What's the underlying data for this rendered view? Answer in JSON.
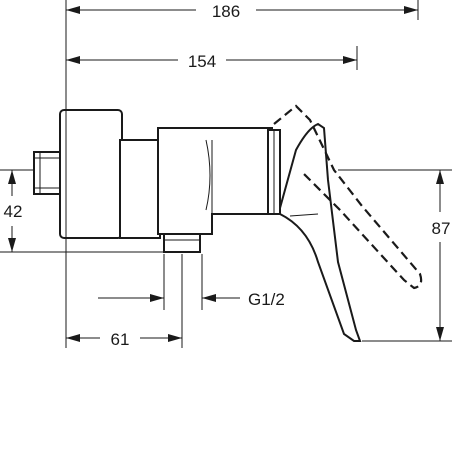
{
  "drawing": {
    "dimensions": {
      "overall_width": "186",
      "body_width": "154",
      "inlet_height": "42",
      "handle_height": "87",
      "connection_thread": "G1/2",
      "outlet_offset": "61"
    }
  }
}
